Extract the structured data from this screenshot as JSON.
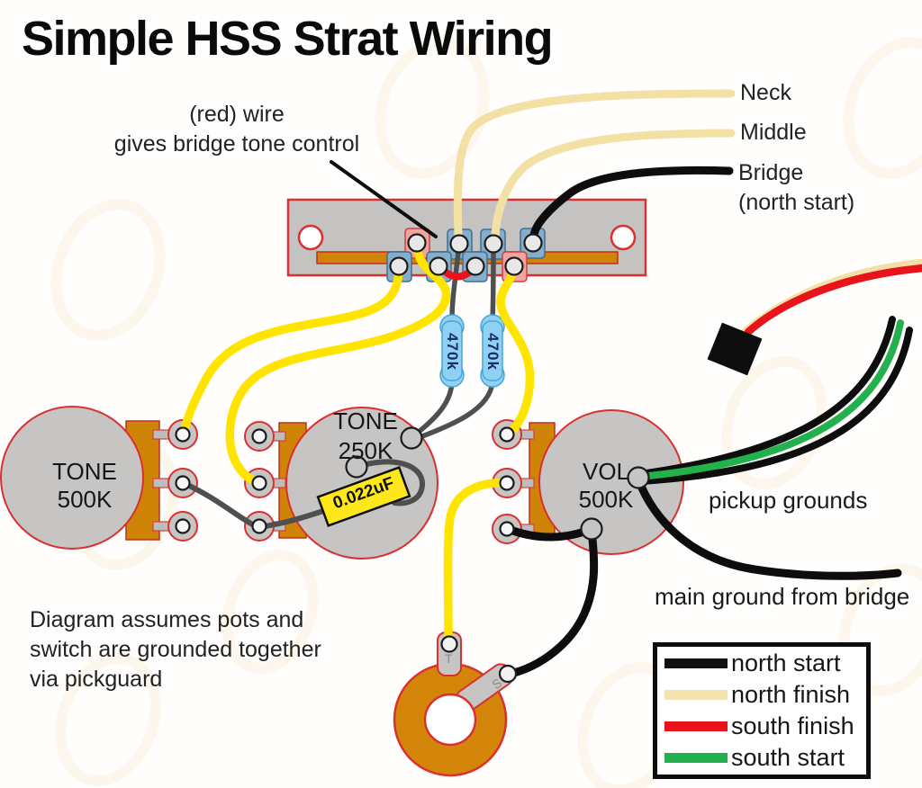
{
  "title": "Simple HSS Strat Wiring",
  "annotations": {
    "red_wire_note": "(red) wire gives bridge tone control",
    "ground_note": "Diagram assumes pots and switch are grounded together via pickguard",
    "pickup_grounds": "pickup grounds",
    "main_ground": "main ground from bridge"
  },
  "pickup_labels": {
    "neck": "Neck",
    "middle": "Middle",
    "bridge": "Bridge",
    "bridge_sub": "(north start)"
  },
  "components": {
    "tone1": {
      "line1": "TONE",
      "line2": "500K"
    },
    "tone2": {
      "line1": "TONE",
      "line2": "250K"
    },
    "volume": {
      "line1": "VOL",
      "line2": "500K"
    },
    "resistor1": "470k",
    "resistor2": "470k",
    "capacitor": "0.022uF",
    "jack_tip": "T",
    "jack_sleeve": "S"
  },
  "legend": {
    "items": [
      {
        "label": "north start",
        "color": "#111111"
      },
      {
        "label": "north finish",
        "color": "#F5E3AC"
      },
      {
        "label": "south finish",
        "color": "#E8131B"
      },
      {
        "label": "south start",
        "color": "#23B14D"
      }
    ]
  },
  "colors": {
    "wire_yellow": "#FFE400",
    "wire_cream": "#F2E0A4",
    "wire_black": "#0d0d0d",
    "wire_red": "#E8131B",
    "wire_green": "#23B14D",
    "wire_gray": "#4F4F4F",
    "pot_body": "#C6C5C3",
    "pot_outline": "#D93030",
    "bracket_orange": "#CF8307",
    "resistor_blue": "#8ED1F2",
    "capacitor_yellow": "#FFE81A"
  }
}
